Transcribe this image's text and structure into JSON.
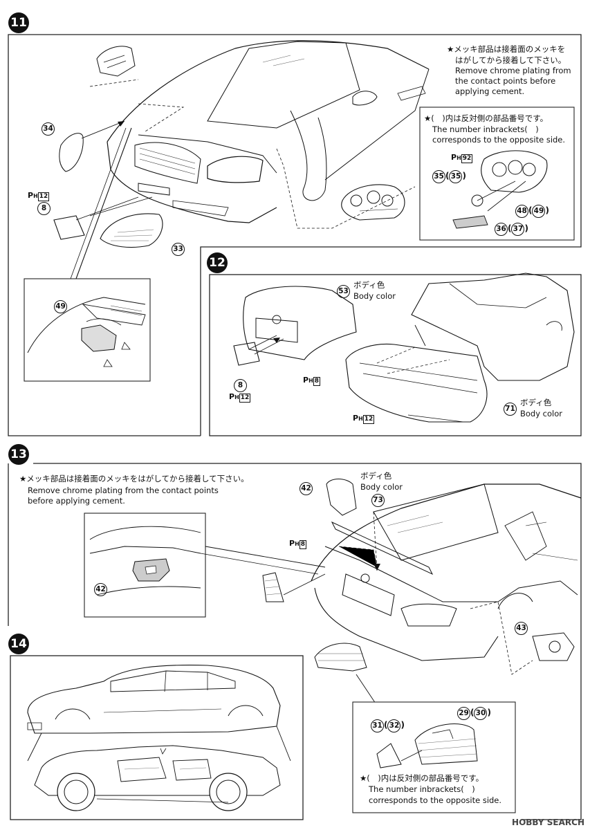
{
  "steps": {
    "s11": "11",
    "s12": "12",
    "s13": "13",
    "s14": "14"
  },
  "notes": {
    "chrome_jp": "★メッキ部品は接着面のメッキを",
    "chrome_jp2": "はがしてから接着して下さい。",
    "chrome_en1": "Remove chrome plating from",
    "chrome_en2": "the contact points before",
    "chrome_en3": "applying cement.",
    "bracket_jp": "★(　)内は反対側の部品番号です。",
    "bracket_en1": "The number inbrackets(　)",
    "bracket_en2": "corresponds to the opposite side.",
    "chrome13_jp": "★メッキ部品は接着面のメッキをはがしてから接着して下さい。",
    "chrome13_en1": "Remove chrome plating from the contact points",
    "chrome13_en2": "before applying cement.",
    "bracket14_jp": "★(　)内は反対側の部品番号です。",
    "bracket14_en1": "The number inbrackets(　)",
    "bracket14_en2": "corresponds to the opposite side.",
    "bodycolor_jp": "ボディ色",
    "bodycolor_en": "Body color"
  },
  "parts": {
    "p34": "34",
    "p8": "8",
    "p33": "33",
    "p35": "35",
    "p35b": "35",
    "p36": "36",
    "p37": "37",
    "p48": "48",
    "p49": "49",
    "p49b": "49",
    "p53": "53",
    "p8b": "8",
    "p71": "71",
    "p42": "42",
    "p73": "73",
    "p42b": "42",
    "p43": "43",
    "p29": "29",
    "p30": "30",
    "p31": "31",
    "p32": "32"
  },
  "ph": {
    "ph12a": "12",
    "ph92": "92",
    "ph12b": "12",
    "ph8a": "8",
    "ph12c": "12",
    "ph8b": "8",
    "p": "P",
    "h": "H"
  },
  "watermark": "HOBBY SEARCH"
}
